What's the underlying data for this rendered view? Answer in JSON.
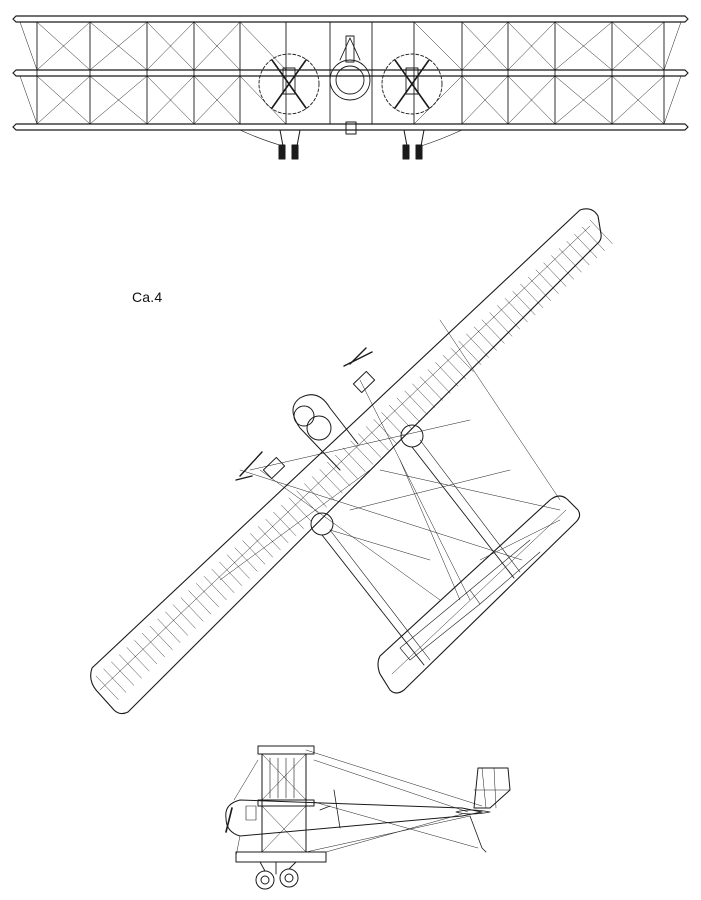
{
  "drawing": {
    "label": "Ca.4",
    "views": [
      "front-view",
      "plan-view",
      "side-view"
    ]
  },
  "colors": {
    "ink": "#1a1a1a",
    "paper": "#ffffff"
  }
}
